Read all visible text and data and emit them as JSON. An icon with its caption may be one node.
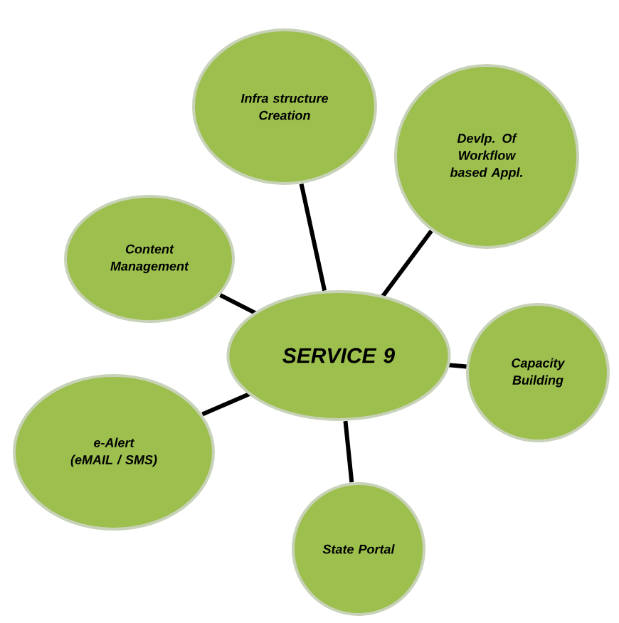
{
  "diagram": {
    "nodes": [
      {
        "text": [
          "Infra structure Creation"
        ]
      },
      {
        "text": [
          "Devlp. Of Workflow based Appl."
        ]
      },
      {
        "text": [
          "Content Management"
        ]
      },
      {
        "text": [
          "SERVICE 9"
        ]
      },
      {
        "text": [
          "Capacity Building"
        ]
      },
      {
        "text": [
          "e-Alert (eMAIL / SMS)"
        ]
      },
      {
        "text": [
          "State Portal"
        ]
      }
    ],
    "edges": [
      {
        "from": 3,
        "to": 0,
        "arrow": "none"
      },
      {
        "from": 3,
        "to": 1,
        "arrow": "none"
      },
      {
        "from": 3,
        "to": 2,
        "arrow": "none"
      },
      {
        "from": 3,
        "to": 4,
        "arrow": "none"
      },
      {
        "from": 3,
        "to": 5,
        "arrow": "none"
      },
      {
        "from": 3,
        "to": 6,
        "arrow": "none"
      }
    ]
  }
}
